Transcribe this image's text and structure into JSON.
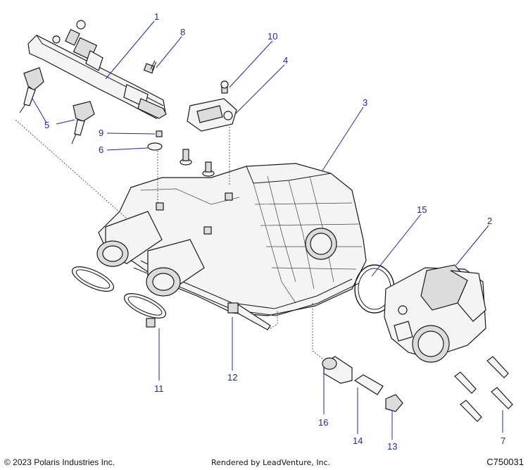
{
  "callouts": [
    "1",
    "2",
    "3",
    "4",
    "5",
    "6",
    "7",
    "8",
    "9",
    "10",
    "11",
    "12",
    "13",
    "14",
    "15",
    "16"
  ],
  "footer": {
    "copyright": "© 2023 Polaris Industries Inc.",
    "rendered_by": "Rendered by LeadVenture, Inc.",
    "drawing_number": "C750031"
  },
  "colors": {
    "callout": "#1a2aa8",
    "linework": "#1a1a1a"
  }
}
